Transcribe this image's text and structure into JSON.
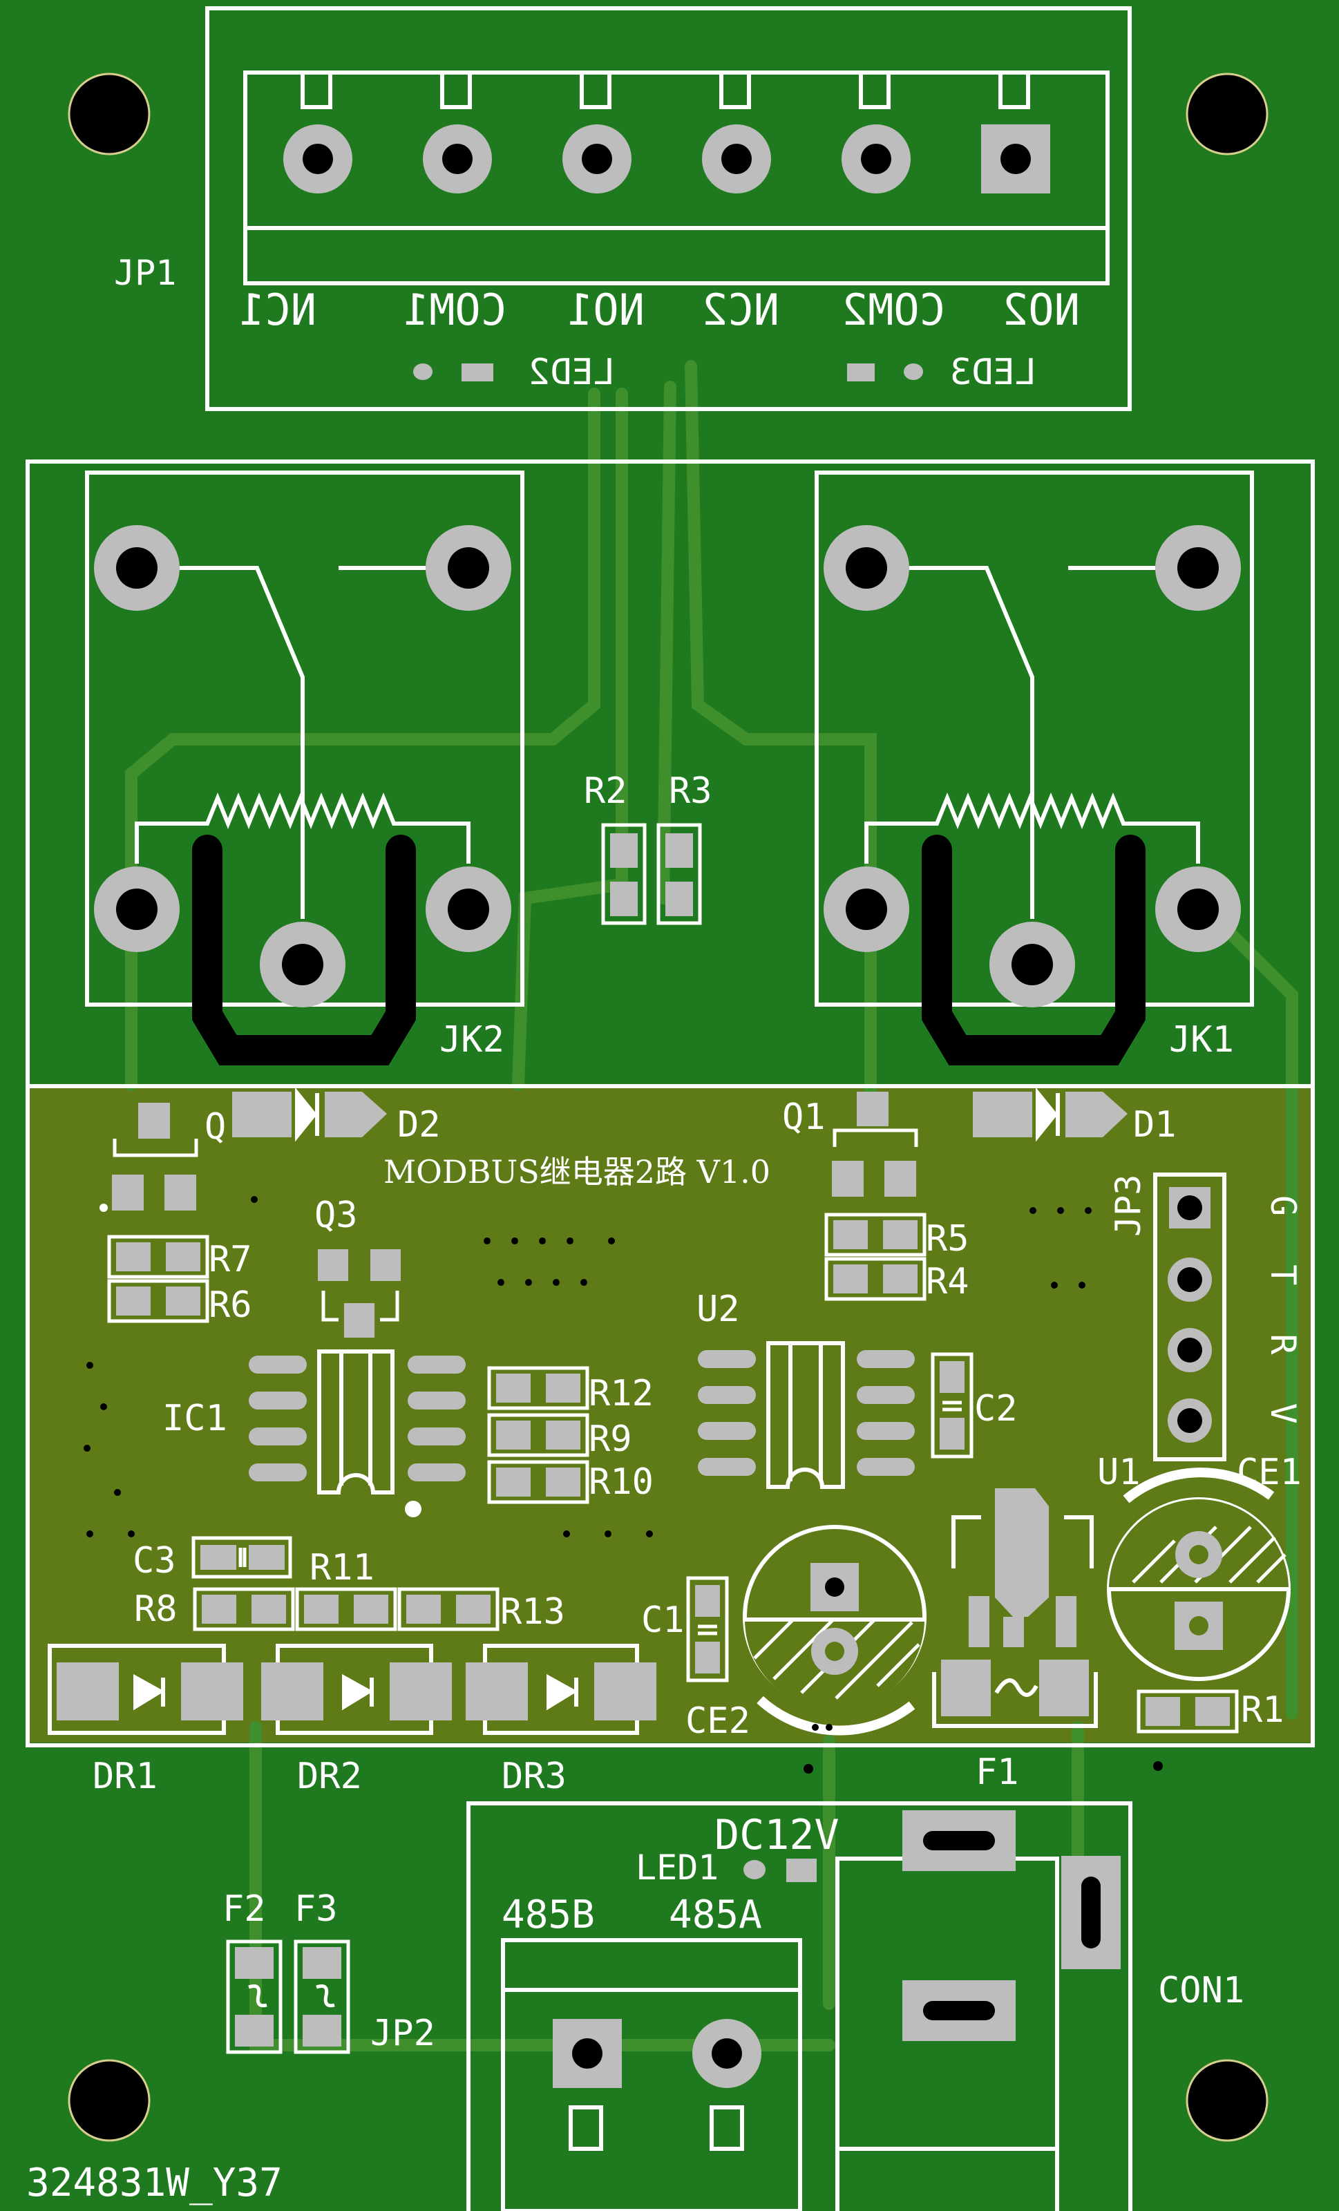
{
  "board_id": "324831W_Y37",
  "title": "MODBUS继电器2路 V1.0",
  "colors": {
    "board": "#1f7a1f",
    "copper_pour": "#5e7b17",
    "trace": "#3f8f2c",
    "silk": "#ffffff",
    "pad": "#bdbdbd",
    "hole": "#000000",
    "mount_hole_ring": "#d8cf8f"
  },
  "labels": {
    "jp1": "JP1",
    "jp2": "JP2",
    "jp3": "JP3",
    "jk1": "JK1",
    "jk2": "JK2",
    "r1": "R1",
    "r2": "R2",
    "r3": "R3",
    "r4": "R4",
    "r5": "R5",
    "r6": "R6",
    "r7": "R7",
    "r8": "R8",
    "r9": "R9",
    "r10": "R10",
    "r11": "R11",
    "r12": "R12",
    "r13": "R13",
    "c1": "C1",
    "c2": "C2",
    "c3": "C3",
    "ce1": "CE1",
    "ce2": "CE2",
    "d1": "D1",
    "d2": "D2",
    "q1": "Q1",
    "q2": "Q",
    "q3": "Q3",
    "u1": "U1",
    "u2": "U2",
    "ic1": "IC1",
    "dr1": "DR1",
    "dr2": "DR2",
    "dr3": "DR3",
    "f1": "F1",
    "f2": "F2",
    "f3": "F3",
    "led1": "LED1",
    "led2": "LED2",
    "led3": "LED3",
    "con1": "CON1",
    "dc12v": "DC12V",
    "b485": "485B",
    "a485": "485A",
    "jp3_pins": "G T R V"
  },
  "terminal_labels": [
    "NC1",
    "COM1",
    "NO1",
    "NC2",
    "COM2",
    "NO2"
  ]
}
